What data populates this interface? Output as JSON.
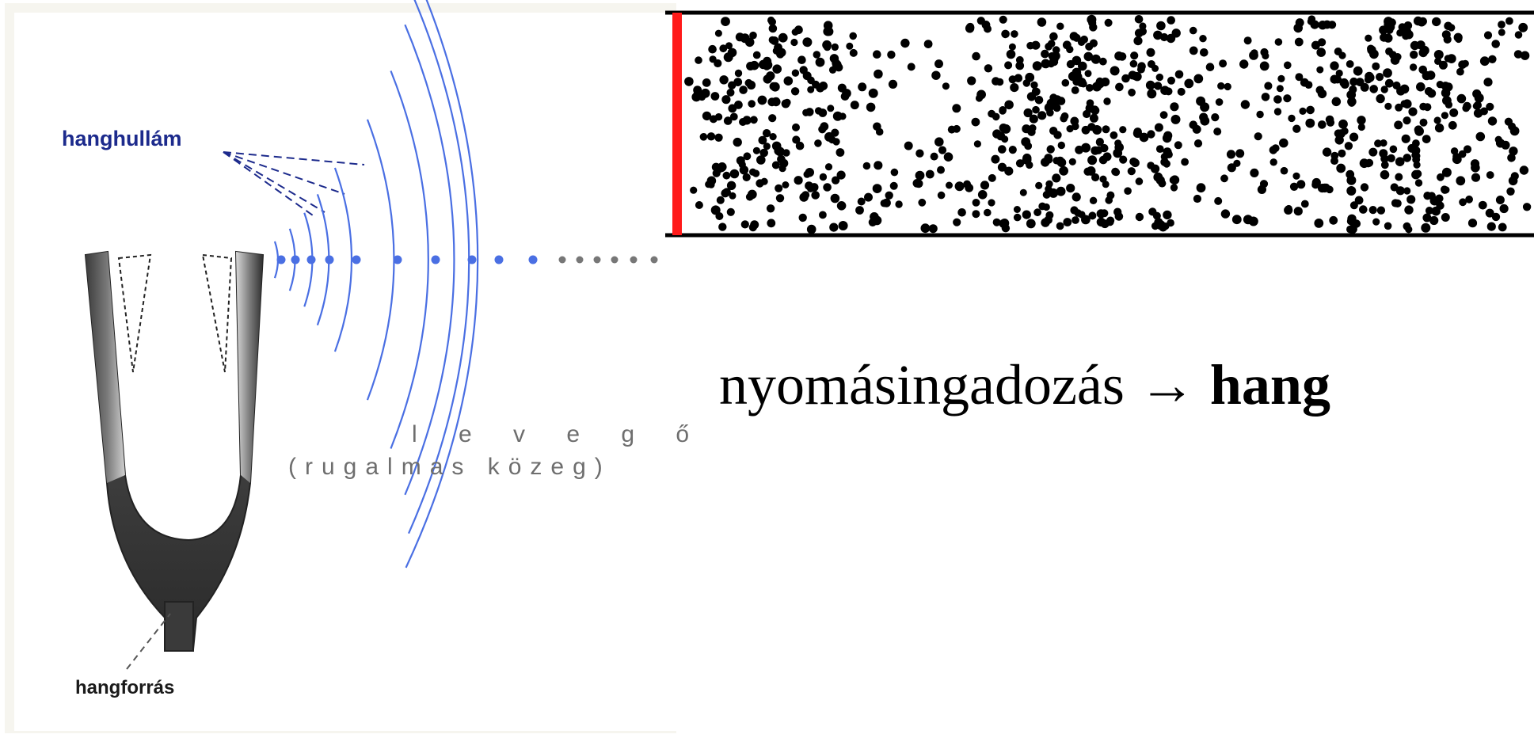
{
  "diagram": {
    "wave_label": "hanghullám",
    "source_label": "hangforrás",
    "air_label": "l e v e g ő",
    "medium_label": "(rugalmas közeg)"
  },
  "caption": {
    "text": "nyomásingadozás",
    "arrow": "→",
    "emphasis": "hang"
  },
  "colors": {
    "wave": "#4a6fe3",
    "label_blue": "#1c2a8c",
    "wall": "#ff1a1a",
    "particle": "#000000",
    "air_text": "#6e6e6e"
  },
  "icons": {
    "source": "tuning-fork-icon"
  }
}
